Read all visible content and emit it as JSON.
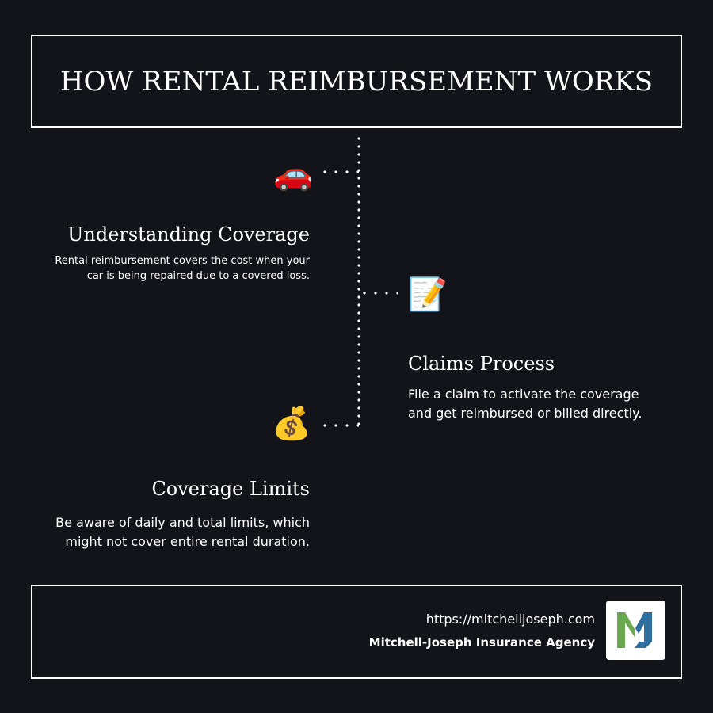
{
  "title": "HOW RENTAL REIMBURSEMENT WORKS",
  "sections": [
    {
      "icon": "car-icon",
      "glyph": "🚗",
      "title": "Understanding Coverage",
      "body": "Rental reimbursement covers the cost when your\ncar is being repaired due to a covered loss."
    },
    {
      "icon": "memo-pencil-icon",
      "glyph": "📝",
      "title": "Claims Process",
      "body": "File a claim to activate the coverage\nand get reimbursed or billed directly."
    },
    {
      "icon": "money-bag-icon",
      "glyph": "💰",
      "title": "Coverage Limits",
      "body": "Be aware of daily and total limits, which\nmight not cover entire rental duration."
    }
  ],
  "footer": {
    "url": "https://mitchelljoseph.com",
    "agency": "Mitchell-Joseph Insurance Agency",
    "logo_text": "MJ"
  },
  "colors": {
    "background": "#13131a",
    "text": "#ffffff",
    "logo_green": "#6aa84f",
    "logo_blue": "#2f6f9f"
  }
}
